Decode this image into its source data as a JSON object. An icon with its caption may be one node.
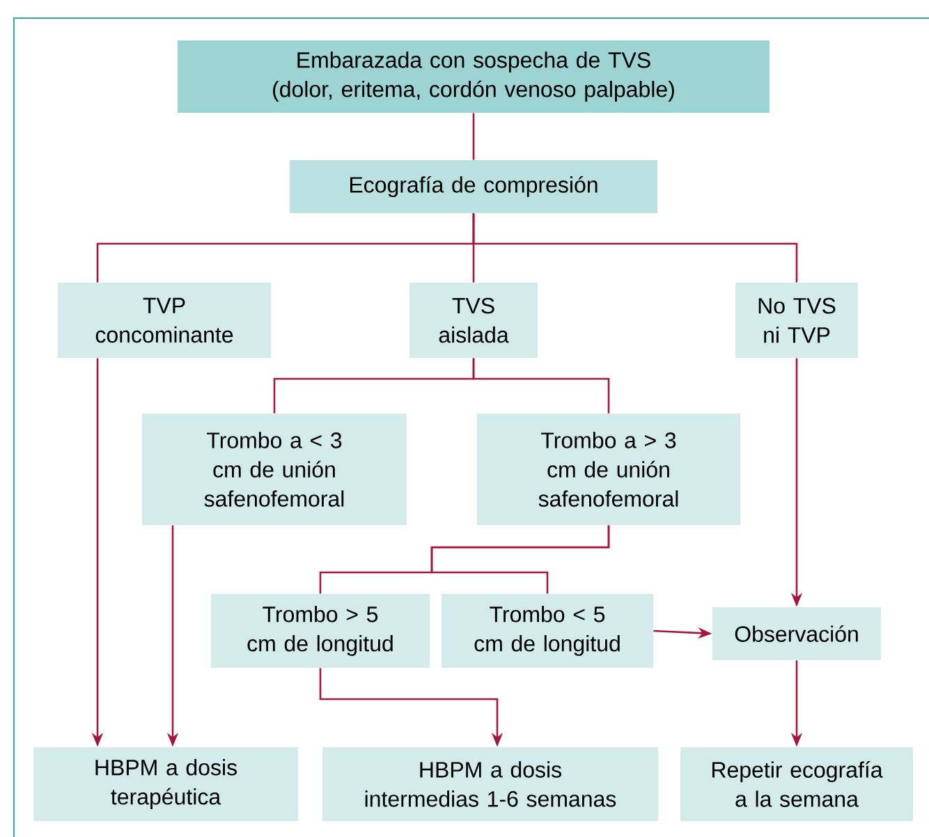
{
  "diagram": {
    "nodes": [
      {
        "text": [
          "Embarazada con sospecha de TVS (dolor, eritema, cordón venoso palpable)"
        ]
      },
      {
        "text": [
          "Ecografía de compresión"
        ]
      },
      {
        "text": [
          "TVP concominante"
        ]
      },
      {
        "text": [
          "TVS aislada"
        ]
      },
      {
        "text": [
          "No TVS ni TVP"
        ]
      },
      {
        "text": [
          "Trombo a < 3 cm de unión safenofemoral"
        ]
      },
      {
        "text": [
          "Trombo a > 3 cm de unión safenofemoral"
        ]
      },
      {
        "text": [
          "Trombo > 5 cm de longitud"
        ]
      },
      {
        "text": [
          "Trombo < 5 cm de longitud"
        ]
      },
      {
        "text": [
          "Observación"
        ]
      },
      {
        "text": [
          "HBPM a dosis terapéutica"
        ]
      },
      {
        "text": [
          "HBPM a dosis intermedias 1-6 semanas"
        ]
      },
      {
        "text": [
          "Repetir ecografía a la semana"
        ]
      }
    ],
    "edges": [
      {
        "from": 0,
        "to": 1,
        "arrow": "none"
      },
      {
        "from": 1,
        "to": 2,
        "arrow": "none"
      },
      {
        "from": 1,
        "to": 3,
        "arrow": "none"
      },
      {
        "from": 1,
        "to": 4,
        "arrow": "none"
      },
      {
        "from": 2,
        "to": 10,
        "arrow": "to"
      },
      {
        "from": 3,
        "to": 5,
        "arrow": "none"
      },
      {
        "from": 3,
        "to": 6,
        "arrow": "none"
      },
      {
        "from": 5,
        "to": 10,
        "arrow": "to"
      },
      {
        "from": 6,
        "to": 7,
        "arrow": "none"
      },
      {
        "from": 6,
        "to": 8,
        "arrow": "none"
      },
      {
        "from": 7,
        "to": 11,
        "arrow": "to"
      },
      {
        "from": 8,
        "to": 9,
        "arrow": "to"
      },
      {
        "from": 4,
        "to": 9,
        "arrow": "to"
      },
      {
        "from": 9,
        "to": 12,
        "arrow": "to"
      }
    ]
  }
}
